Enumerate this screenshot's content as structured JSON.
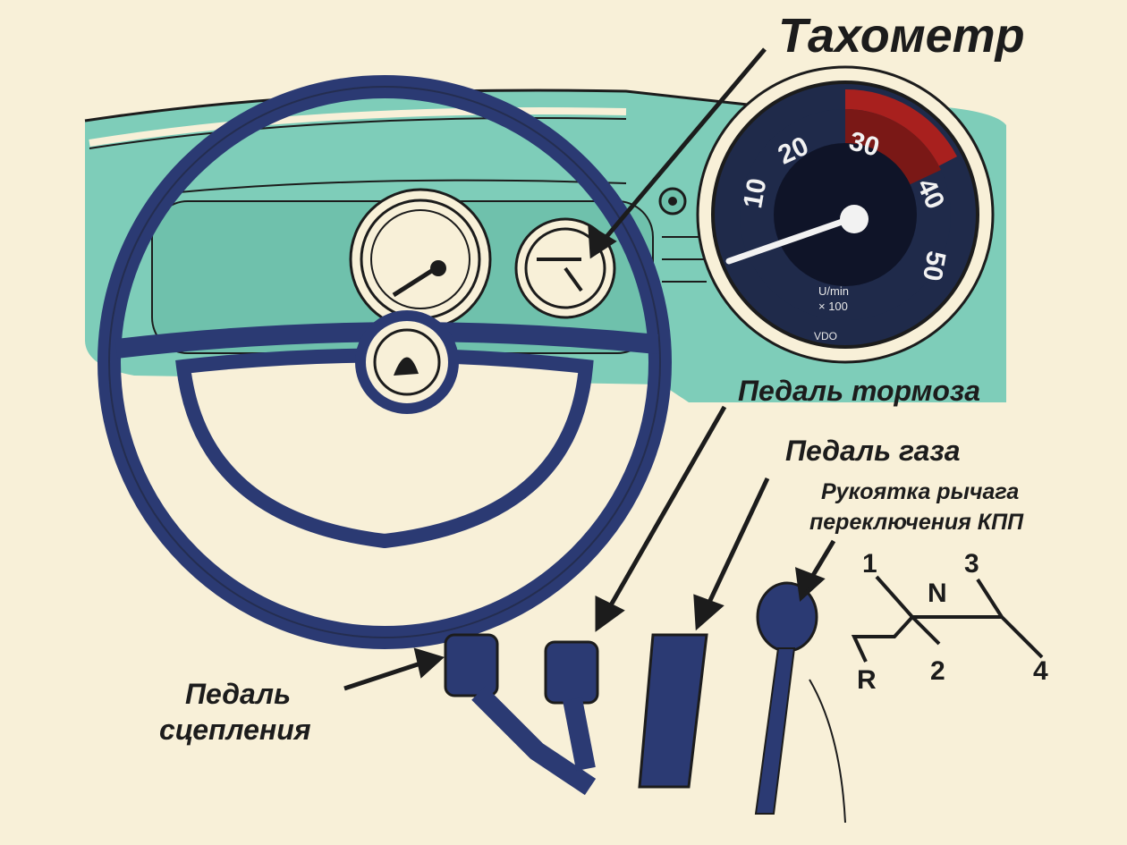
{
  "labels": {
    "tachometer": "Тахометр",
    "brake_pedal": "Педаль тормоза",
    "gas_pedal": "Педаль газа",
    "gear_lever_line1": "Рукоятка рычага",
    "gear_lever_line2": "переключения КПП",
    "clutch_line1": "Педаль",
    "clutch_line2": "сцепления"
  },
  "tachometer": {
    "scale": [
      "10",
      "20",
      "30",
      "40",
      "50"
    ],
    "unit_line1": "U/min",
    "unit_line2": "× 100",
    "brand": "VDO"
  },
  "shift_pattern": {
    "positions": [
      "1",
      "N",
      "3",
      "R",
      "2",
      "4"
    ]
  },
  "colors": {
    "background": "#f8f0d8",
    "dashboard": "#7ecdb9",
    "wheel": "#2b3a73",
    "tach_red": "#a8201e",
    "tach_face": "#1f2a4a",
    "ink": "#1c1c1c"
  }
}
